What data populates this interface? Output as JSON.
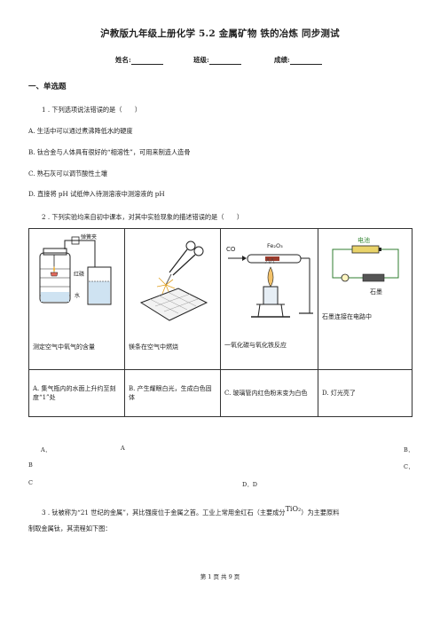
{
  "header": {
    "title": "沪教版九年级上册化学 5.2 金属矿物 铁的冶炼 同步测试",
    "name_label": "姓名:",
    "class_label": "班级:",
    "score_label": "成绩:"
  },
  "section1": {
    "title": "一、单选题"
  },
  "q1": {
    "stem": "1 . 下列选项说法错误的是（　　）",
    "options": [
      "A. 生活中可以通过煮沸降低水的硬度",
      "B. 钛合金与人体具有很好的“相溶性”，可用来制造人造骨",
      "C. 熟石灰可以调节酸性土壤",
      "D. 直接将 pH 试纸伸入待测溶液中测溶液的 pH"
    ]
  },
  "q2": {
    "stem": "2 . 下列实验均来自初中课本，对其中实验现象的描述错误的是（　　）",
    "figure_labels": {
      "spring_clip": "弹簧夹",
      "red_phosphorus": "红磷",
      "water": "水",
      "co": "CO",
      "fe2o3": "Fe₂O₃",
      "battery": "电池",
      "graphite": "石墨"
    },
    "captions": [
      "测定空气中氧气的含量",
      "镁条在空气中燃烧",
      "一氧化碳与氧化铁反应",
      "石墨连接在电路中"
    ],
    "phenomena": [
      "A. 集气瓶内的水面上升约至刻度“1”处",
      "B. 产生耀眼白光，生成白色固体",
      "C. 玻璃管内红色粉末变为白色",
      "D. 灯光亮了"
    ],
    "answers": {
      "a1": "A．",
      "a2": "A",
      "b1": "B．",
      "b2": "B",
      "c1": "C．",
      "c2": "C",
      "d": "D．D"
    }
  },
  "q3": {
    "stem_part1": "3 . 钛被称为“21 世纪的金属”，其比强度位于金属之首。工业上常用金红石（主要成分",
    "formula": "TiO₂",
    "stem_part2": "）为主要原料",
    "stem_line2": "制取金属钛，其流程如下图："
  },
  "footer": {
    "page": "第 1 页 共 9 页"
  }
}
